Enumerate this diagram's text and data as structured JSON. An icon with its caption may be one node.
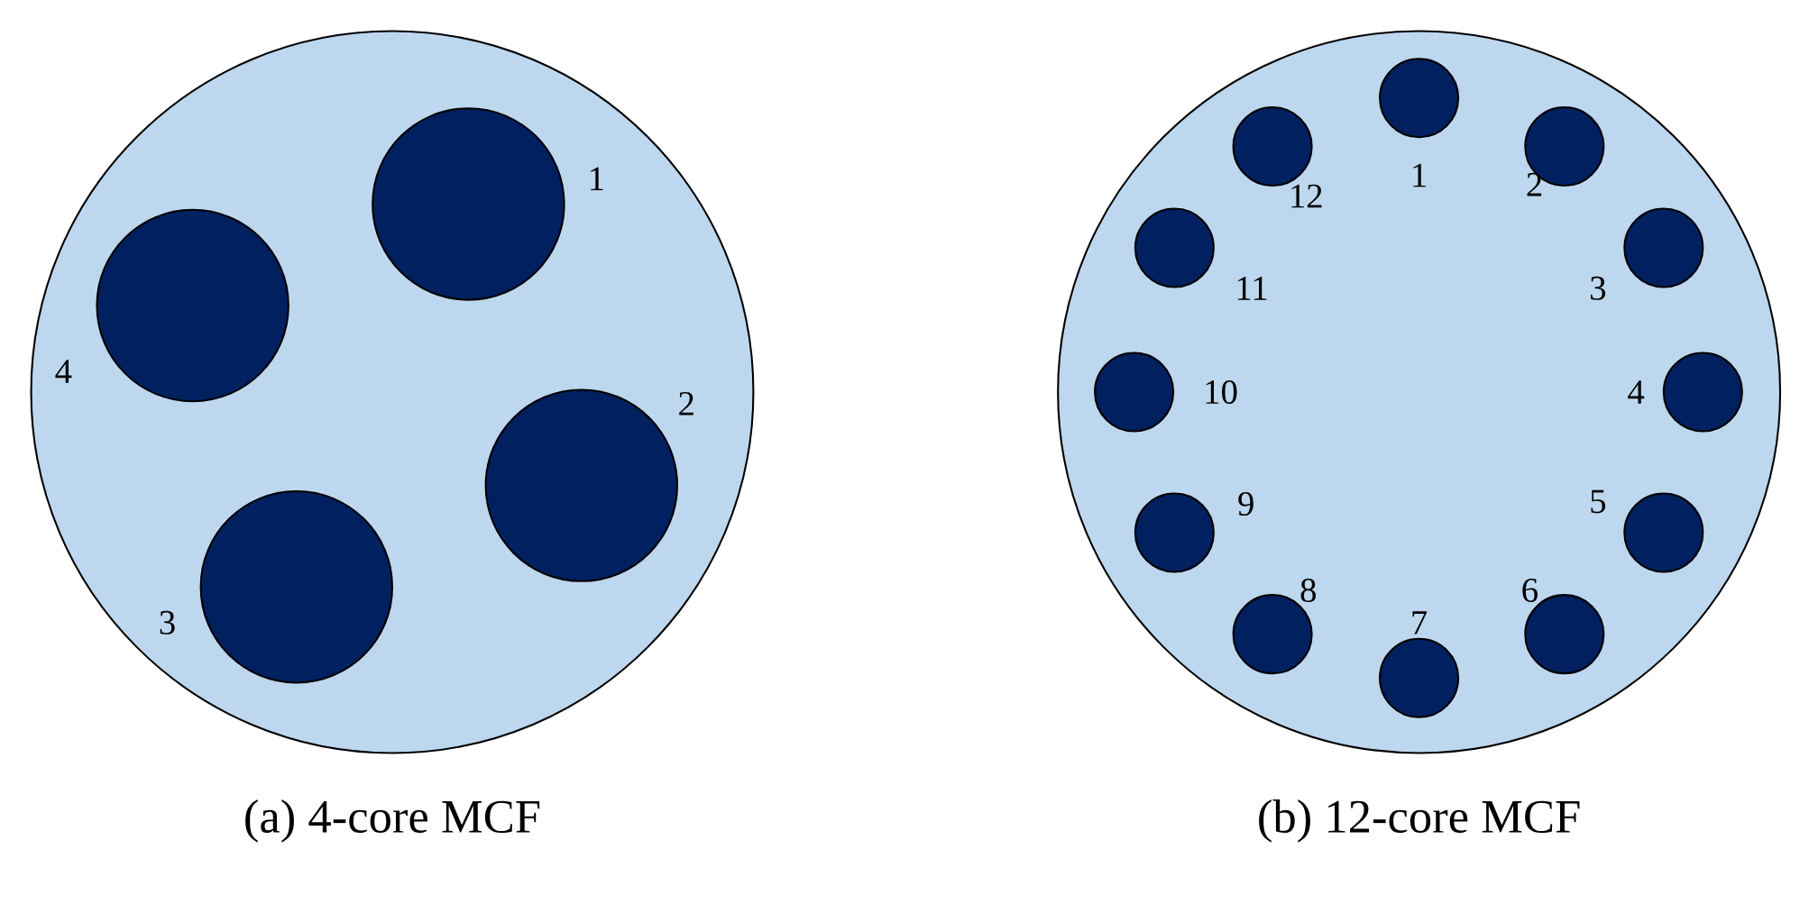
{
  "diagram": {
    "nodes": [
      {
        "text": [],
        "shape": "circle"
      },
      {
        "text": [],
        "shape": "circle",
        "in": 0,
        "beside": [
          "1"
        ]
      },
      {
        "text": [],
        "shape": "circle",
        "in": 0,
        "beside": [
          "2"
        ]
      },
      {
        "text": [],
        "shape": "circle",
        "in": 0,
        "beside": [
          "3"
        ]
      },
      {
        "text": [],
        "shape": "circle",
        "in": 0,
        "beside": [
          "4"
        ]
      },
      {
        "text": [],
        "shape": "circle"
      },
      {
        "text": [],
        "shape": "circle",
        "in": 5,
        "beside": [
          "1"
        ]
      },
      {
        "text": [],
        "shape": "circle",
        "in": 5,
        "beside": [
          "2"
        ]
      },
      {
        "text": [],
        "shape": "circle",
        "in": 5,
        "beside": [
          "3"
        ]
      },
      {
        "text": [],
        "shape": "circle",
        "in": 5,
        "beside": [
          "4"
        ]
      },
      {
        "text": [],
        "shape": "circle",
        "in": 5,
        "beside": [
          "5"
        ]
      },
      {
        "text": [],
        "shape": "circle",
        "in": 5,
        "beside": [
          "6"
        ]
      },
      {
        "text": [],
        "shape": "circle",
        "in": 5,
        "beside": [
          "7"
        ]
      },
      {
        "text": [],
        "shape": "circle",
        "in": 5,
        "beside": [
          "8"
        ]
      },
      {
        "text": [],
        "shape": "circle",
        "in": 5,
        "beside": [
          "9"
        ]
      },
      {
        "text": [],
        "shape": "circle",
        "in": 5,
        "beside": [
          "10"
        ]
      },
      {
        "text": [],
        "shape": "circle",
        "in": 5,
        "beside": [
          "11"
        ]
      },
      {
        "text": [],
        "shape": "circle",
        "in": 5,
        "beside": [
          "12"
        ]
      }
    ],
    "edges": [],
    "labels": [
      "(a) 4-core MCF",
      "(b) 12-core MCF"
    ]
  }
}
